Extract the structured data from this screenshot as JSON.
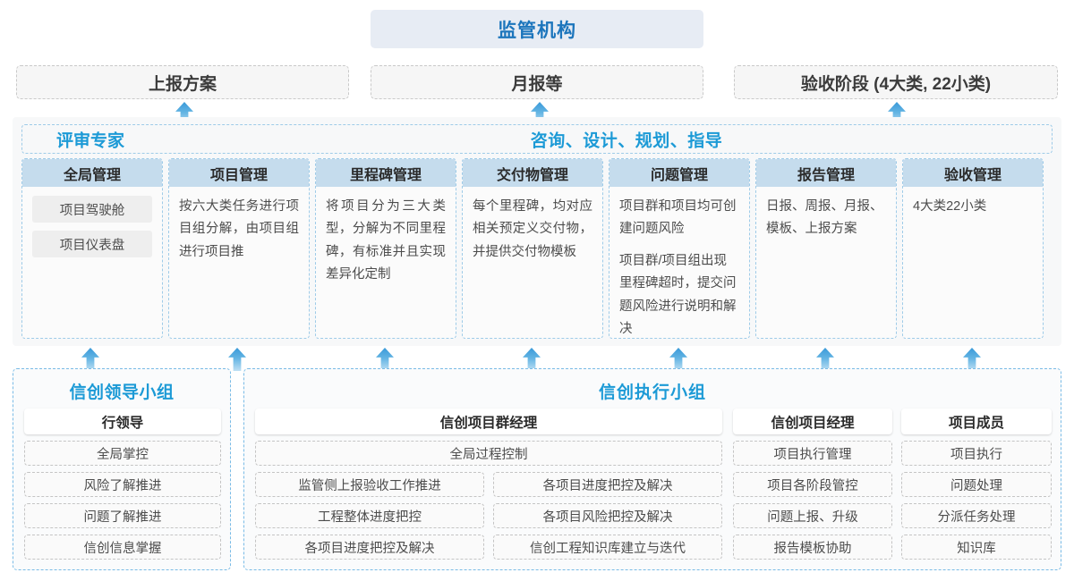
{
  "top": {
    "authority": "监管机构",
    "reports": [
      {
        "label": "上报方案"
      },
      {
        "label": "月报等"
      },
      {
        "label": "验收阶段 (4大类, 22小类)"
      }
    ]
  },
  "consulting": {
    "left_title": "评审专家",
    "right_title": "咨询、设计、规划、指导",
    "cards": [
      {
        "title": "全局管理",
        "paras": [],
        "pills": [
          "项目驾驶舱",
          "项目仪表盘"
        ]
      },
      {
        "title": "项目管理",
        "paras": [
          "按六大类任务进行项目组分解，由项目组进行项目推"
        ],
        "pills": []
      },
      {
        "title": "里程碑管理",
        "paras": [
          "将项目分为三大类型，分解为不同里程碑，有标准并且实现差异化定制"
        ],
        "pills": []
      },
      {
        "title": "交付物管理",
        "paras": [
          "每个里程碑，均对应相关预定义交付物，并提供交付物模板"
        ],
        "pills": []
      },
      {
        "title": "问题管理",
        "paras": [
          "项目群和项目均可创建问题风险",
          "项目群/项目组出现里程碑超时，提交问题风险进行说明和解决"
        ],
        "pills": []
      },
      {
        "title": "报告管理",
        "paras": [
          "日报、周报、月报、模板、上报方案"
        ],
        "pills": []
      },
      {
        "title": "验收管理",
        "paras": [
          "4大类22小类"
        ],
        "pills": []
      }
    ]
  },
  "bottom": {
    "leader_group": {
      "title": "信创领导小组",
      "role": "行领导",
      "items": [
        "全局掌控",
        "风险了解推进",
        "问题了解推进",
        "信创信息掌握"
      ]
    },
    "exec_group": {
      "title": "信创执行小组",
      "program_manager": {
        "role": "信创项目群经理",
        "full_width_item": "全局过程控制",
        "left_items": [
          "监管侧上报验收工作推进",
          "工程整体进度把控",
          "各项目进度把控及解决"
        ],
        "right_items": [
          "各项目进度把控及解决",
          "各项目风险把控及解决",
          "信创工程知识库建立与迭代"
        ]
      },
      "project_manager": {
        "role": "信创项目经理",
        "items": [
          "项目执行管理",
          "项目各阶段管控",
          "问题上报、升级",
          "报告模板协助"
        ]
      },
      "project_member": {
        "role": "项目成员",
        "items": [
          "项目执行",
          "问题处理",
          "分派任务处理",
          "知识库"
        ]
      }
    }
  },
  "arrows": {
    "top_x": [
      196,
      593,
      992
    ],
    "mid_x": [
      91,
      255,
      420,
      584,
      748,
      912,
      1076
    ]
  },
  "colors": {
    "brand_blue": "#1c9ad6",
    "title_blue": "#1c75bc",
    "card_header": "#c5dced",
    "dashed_blue": "#9ecbe8",
    "dashed_gray": "#c9c9c9",
    "panel_bg": "#f7f8f9",
    "arrow_top": "#3a9ad9",
    "arrow_bottom": "#bfe0f4"
  }
}
